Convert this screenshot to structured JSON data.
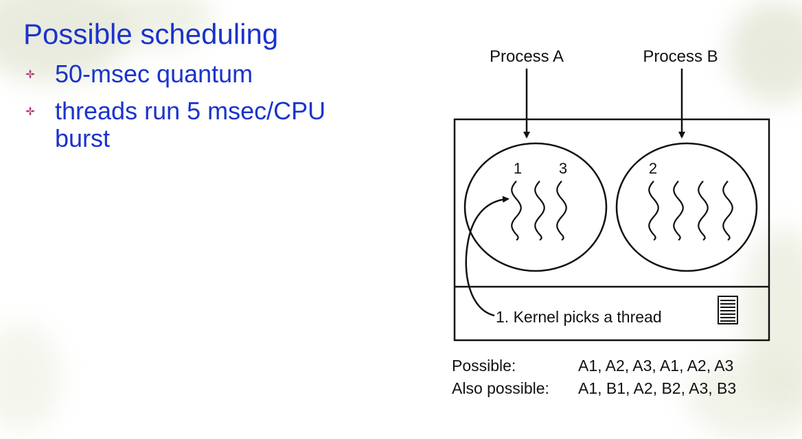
{
  "slide": {
    "title": "Possible scheduling",
    "bullets": [
      "50-msec quantum",
      "threads run 5 msec/CPU burst"
    ]
  },
  "diagram": {
    "process_a_label": "Process A",
    "process_b_label": "Process B",
    "thread_labels_a": [
      "1",
      "3"
    ],
    "thread_labels_b": [
      "2"
    ],
    "kernel_label": "1. Kernel picks a thread",
    "sequences": [
      {
        "label": "Possible:",
        "value": "A1, A2, A3, A1, A2, A3"
      },
      {
        "label": "Also possible:",
        "value": "A1, B1, A2, B2, A3, B3"
      }
    ]
  },
  "colors": {
    "title": "#1a33cc",
    "bullet_icon": "#b0307a",
    "diagram_stroke": "#111111"
  }
}
